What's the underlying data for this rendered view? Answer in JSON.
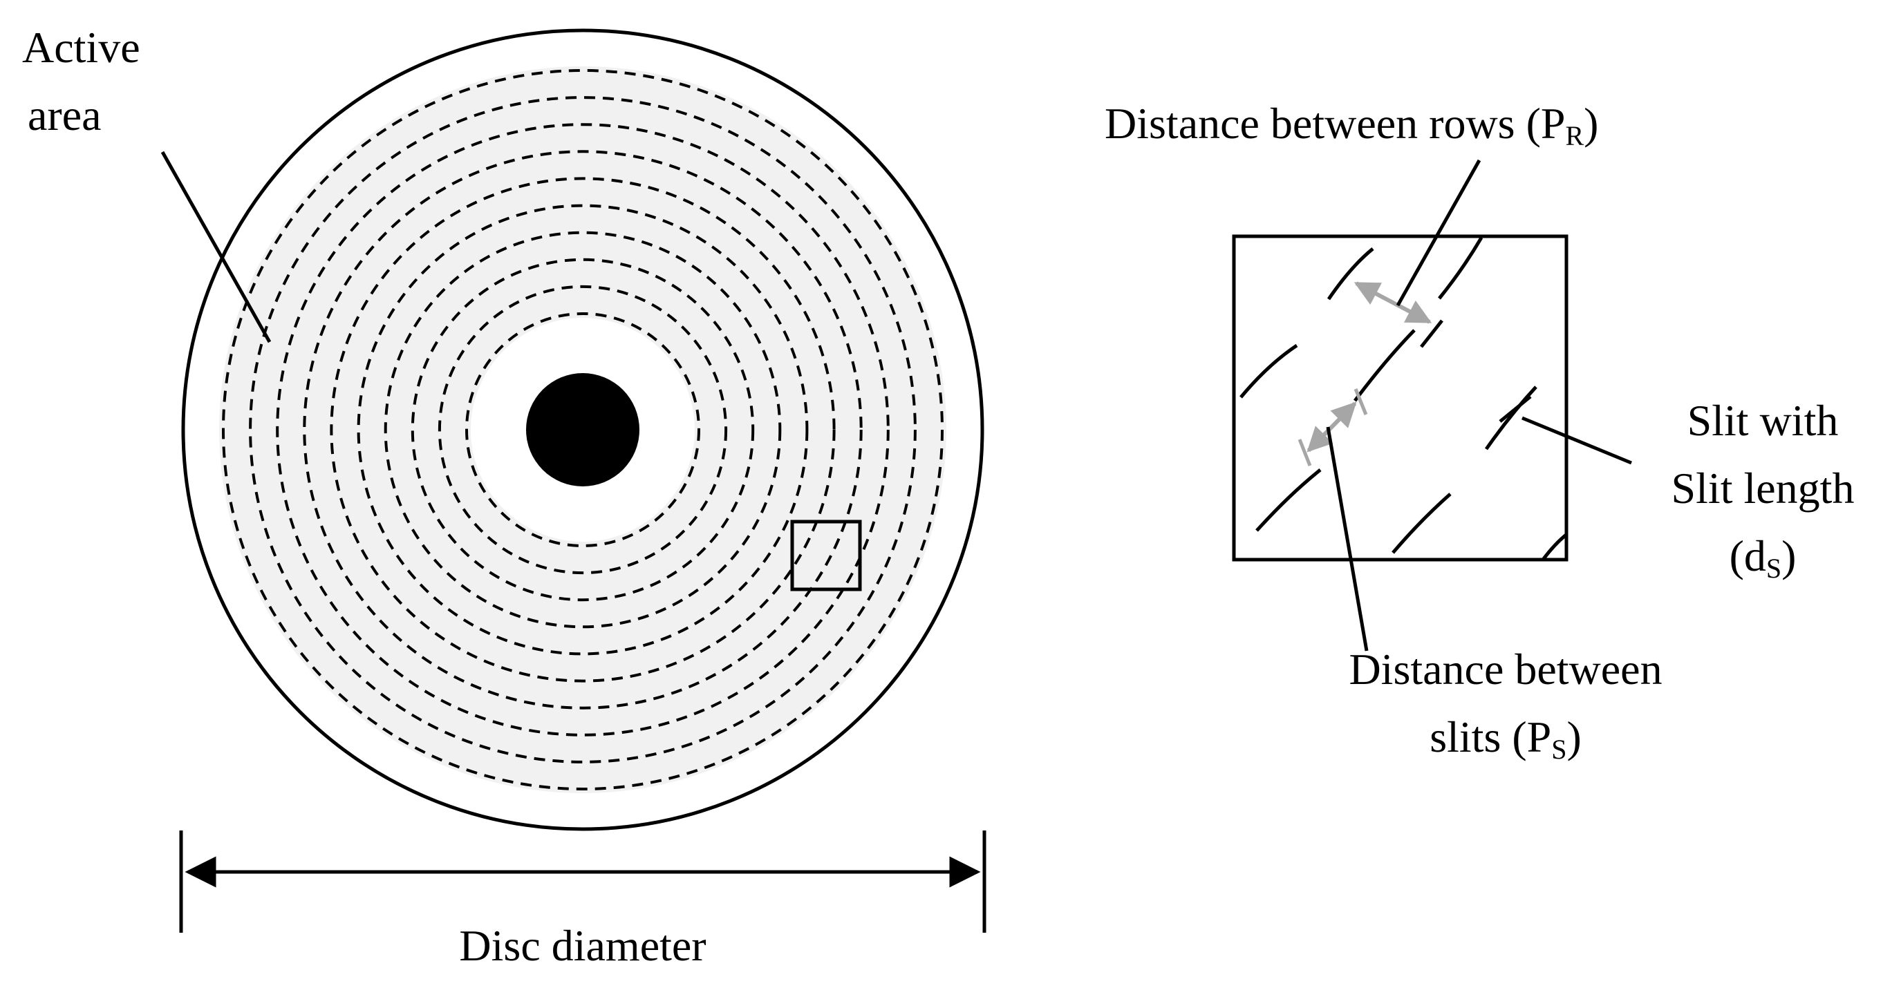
{
  "labels": {
    "active_area_line1": "Active",
    "active_area_line2": "area",
    "disc_diameter": "Disc diameter",
    "rows_main": "Distance between rows (P",
    "rows_sub": "R",
    "rows_close": ")",
    "slits_line1": "Distance between",
    "slits_main": "slits (P",
    "slits_sub": "S",
    "slits_close": ")",
    "slit_line1": "Slit with",
    "slit_line2": "Slit length",
    "slit_main": "(d",
    "slit_sub": "S",
    "slit_close": ")"
  },
  "colors": {
    "stroke": "#000000",
    "active_fill": "#f1f1f1",
    "arrow_gray": "#a6a6a6",
    "background": "#ffffff"
  },
  "disc": {
    "dashed_track_count": 10,
    "track_style": "dashed concentric circles",
    "hub": "solid black center"
  }
}
